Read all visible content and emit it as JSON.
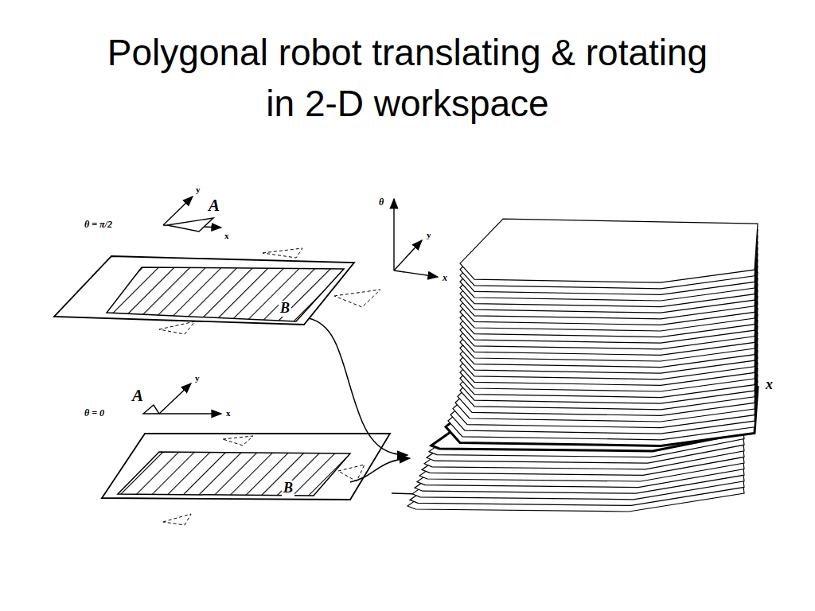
{
  "diagram": {
    "title": "Polygonal robot translating & rotating in 2-D workspace",
    "labels": [
      "θ = π/2",
      "y",
      "A",
      "x",
      "B",
      "θ",
      "y",
      "x",
      "θ = 0",
      "y",
      "A",
      "x",
      "B",
      "x"
    ]
  }
}
